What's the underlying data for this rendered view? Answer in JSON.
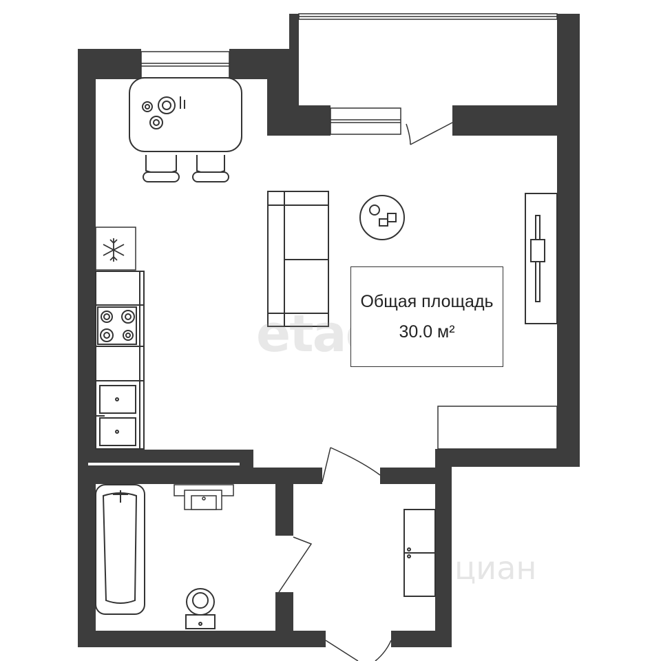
{
  "plan": {
    "area_label": "Общая площадь",
    "area_value": "30.0 м²",
    "wall_color": "#3d3d3d",
    "line_color": "#333333"
  },
  "watermarks": {
    "etagi": "etagi",
    "cian": "циан"
  },
  "icons": [
    "snowflake-icon",
    "stove-burner-icon",
    "sink-icon",
    "bathtub-icon",
    "toilet-icon",
    "sofa-icon",
    "table-icon",
    "chair-icon",
    "plant-icon",
    "tv-icon",
    "wardrobe-icon",
    "door-icon",
    "window-icon"
  ]
}
